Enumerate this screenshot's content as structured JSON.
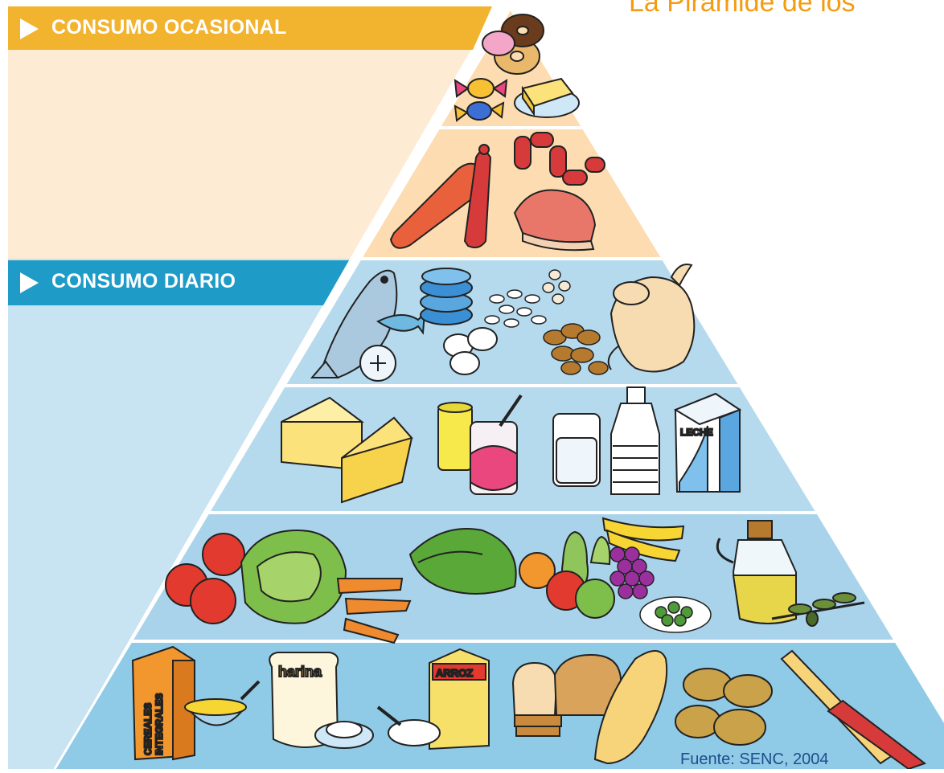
{
  "title": "La Pirámide de los",
  "source": "Fuente: SENC, 2004",
  "bands": {
    "occasional": {
      "label": "CONSUMO OCASIONAL",
      "color": "#f2b32f",
      "fill": "#fdebd3"
    },
    "daily": {
      "label": "CONSUMO DIARIO",
      "color": "#1e9bc6",
      "fill": "#c8e3f1"
    }
  },
  "food_labels": {
    "milk_carton": "LECHE",
    "flour_bag": "harina",
    "rice_box": "ARROZ",
    "cereal_box_1": "CEREALES",
    "cereal_box_2": "INTEGRALES"
  },
  "colors": {
    "title": "#f39c12",
    "source": "#1f4e8c",
    "tier_light": "#fcdcb0",
    "tier_blue": "#b5daee",
    "tier_blue_dark": "#8fcae6"
  },
  "icons": [
    "donut-icon",
    "candy-icon",
    "butter-icon",
    "sausage-icon",
    "ham-icon",
    "fish-icon",
    "canned-fish-icon",
    "beans-icon",
    "egg-icon",
    "nuts-icon",
    "chicken-icon",
    "cheese-icon",
    "yogurt-icon",
    "milk-glass-icon",
    "milk-bottle-icon",
    "milk-carton-icon",
    "tomato-icon",
    "lettuce-icon",
    "carrot-icon",
    "fruit-icon",
    "grapes-icon",
    "banana-icon",
    "peas-icon",
    "olive-oil-icon",
    "olive-branch-icon",
    "cereal-box-icon",
    "cereal-bowl-icon",
    "flour-bag-icon",
    "rice-box-icon",
    "bread-icon",
    "potato-icon",
    "pasta-icon"
  ]
}
